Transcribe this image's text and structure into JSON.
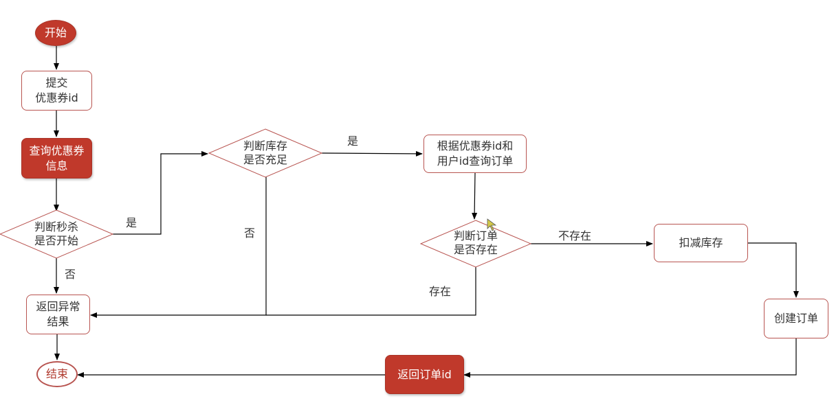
{
  "nodes": {
    "start": "开始",
    "submit": "提交\n优惠券id",
    "query_coupon": "查询优惠券\n信息",
    "check_start": "判断秒杀\n是否开始",
    "check_stock": "判断库存\n是否充足",
    "query_order": "根据优惠券id和\n用户id查询订单",
    "check_order": "判断订单\n是否存在",
    "deduct": "扣减库存",
    "create": "创建订单",
    "return_id": "返回订单id",
    "return_error": "返回异常\n结果",
    "end": "结束"
  },
  "edge_labels": {
    "start_yes": "是",
    "start_no": "否",
    "stock_yes": "是",
    "stock_no": "否",
    "order_not_exist": "不存在",
    "order_exist": "存在"
  },
  "colors": {
    "accent_fill": "#c0392b",
    "stroke": "#b85450",
    "line": "#000000"
  }
}
